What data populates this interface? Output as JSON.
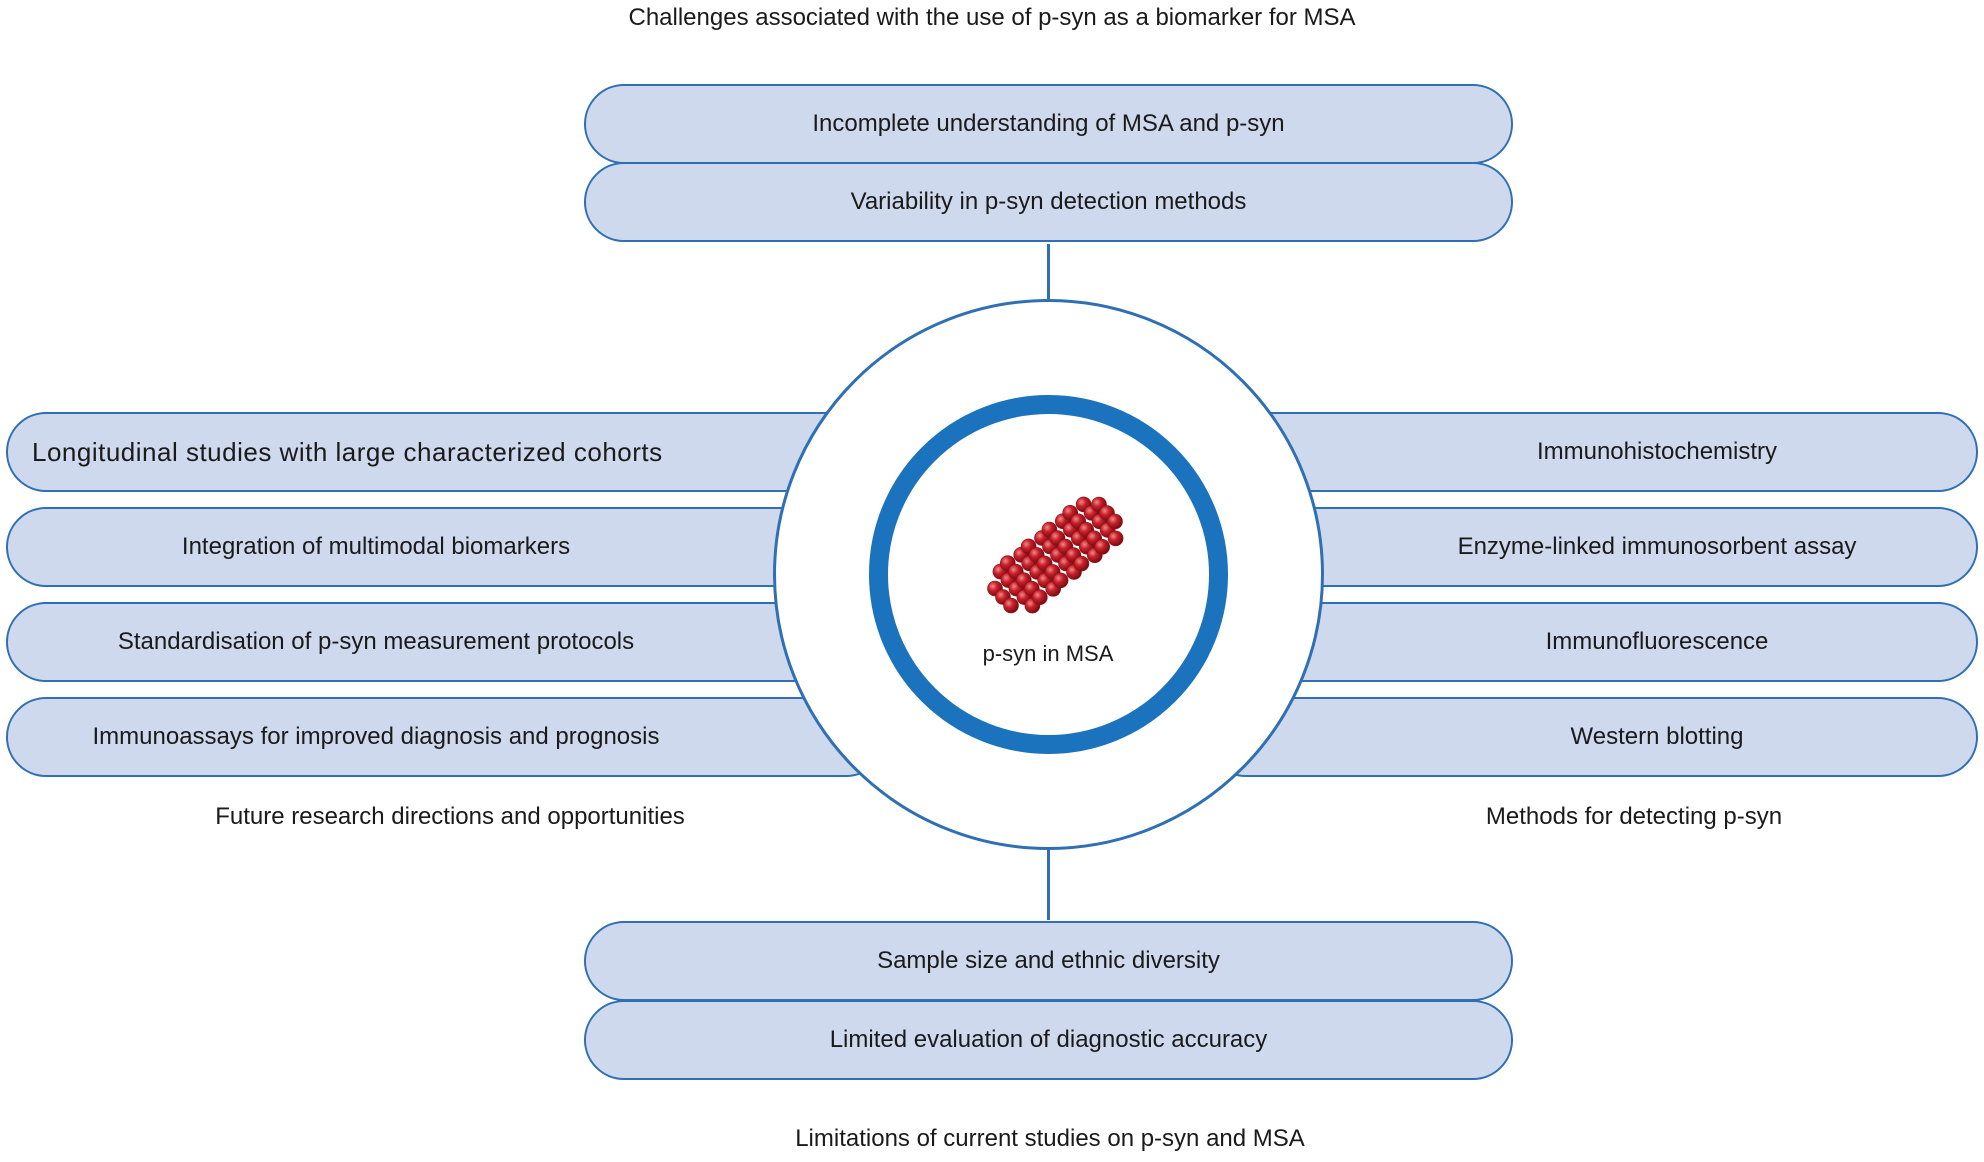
{
  "title": "Challenges associated with the use of p-syn as a biomarker for MSA",
  "hub": {
    "label": "p-syn in MSA",
    "icon": "protein-aggregate-icon",
    "accent": "#1b72bd"
  },
  "top": {
    "items": [
      "Incomplete understanding of MSA and p-syn",
      "Variability in p-syn detection methods"
    ]
  },
  "left": {
    "caption": "Future research directions and opportunities",
    "items": [
      "Longitudinal studies with large characterized cohorts",
      "Integration of multimodal biomarkers",
      "Standardisation of p-syn measurement protocols",
      "Immunoassays for improved diagnosis and prognosis"
    ]
  },
  "right": {
    "caption": "Methods for detecting p-syn",
    "items": [
      "Immunohistochemistry",
      "Enzyme-linked immunosorbent assay",
      "Immunofluorescence",
      "Western blotting"
    ]
  },
  "bottom": {
    "caption": "Limitations of current studies on p-syn and MSA",
    "items": [
      "Sample size and ethnic diversity",
      "Limited evaluation of diagnostic accuracy"
    ]
  },
  "colors": {
    "pill_fill": "#cfd9ee",
    "pill_border": "#2f6fb3",
    "aggregate": "#c8202a"
  }
}
